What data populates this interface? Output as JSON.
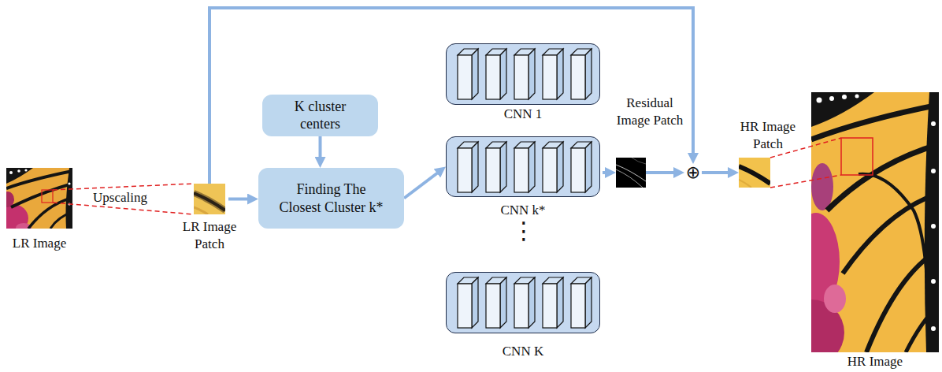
{
  "diagram": {
    "nodes": [
      {
        "text": [
          "LR Image"
        ]
      },
      {
        "text": [
          "LR Image Patch"
        ]
      },
      {
        "text": [
          "K cluster centers"
        ]
      },
      {
        "text": [
          "Finding The Closest Cluster k*"
        ]
      },
      {
        "text": [
          "CNN 1"
        ]
      },
      {
        "text": [
          "CNN k*"
        ]
      },
      {
        "text": [
          "CNN K"
        ]
      },
      {
        "text": [
          "Residual Image Patch"
        ]
      },
      {
        "text": [
          "⊕"
        ]
      },
      {
        "text": [
          "HR Image Patch"
        ]
      },
      {
        "text": [
          "HR Image"
        ]
      }
    ],
    "edges": [
      {
        "from": 0,
        "to": 1,
        "arrow": "none",
        "label": "Upscaling"
      },
      {
        "from": 1,
        "to": 3,
        "arrow": "to"
      },
      {
        "from": 1,
        "to": 8,
        "arrow": "to"
      },
      {
        "from": 2,
        "to": 3,
        "arrow": "to"
      },
      {
        "from": 3,
        "to": 5,
        "arrow": "to"
      },
      {
        "from": 5,
        "to": 7,
        "arrow": "to"
      },
      {
        "from": 7,
        "to": 8,
        "arrow": "to"
      },
      {
        "from": 8,
        "to": 9,
        "arrow": "to"
      },
      {
        "from": 9,
        "to": 10,
        "arrow": "none"
      }
    ],
    "labels": [
      "⋮"
    ]
  }
}
